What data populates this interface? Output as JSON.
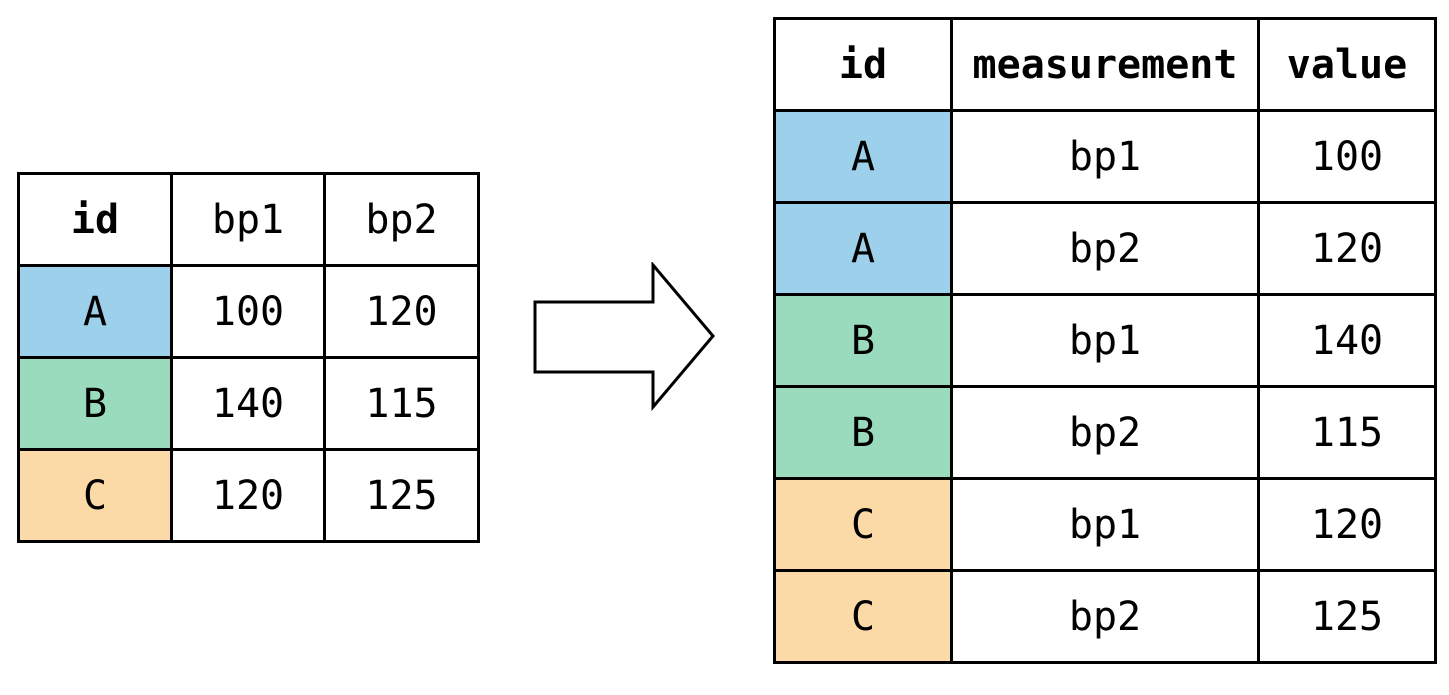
{
  "colors": {
    "A": "#9dd0ea",
    "B": "#9adbbe",
    "C": "#fcdaa7",
    "border": "#000000"
  },
  "wide_table": {
    "headers": [
      "id",
      "bp1",
      "bp2"
    ],
    "rows": [
      {
        "id": "A",
        "bp1": "100",
        "bp2": "120"
      },
      {
        "id": "B",
        "bp1": "140",
        "bp2": "115"
      },
      {
        "id": "C",
        "bp1": "120",
        "bp2": "125"
      }
    ]
  },
  "arrow_icon": "right-arrow-icon",
  "long_table": {
    "headers": [
      "id",
      "measurement",
      "value"
    ],
    "rows": [
      {
        "id": "A",
        "measurement": "bp1",
        "value": "100"
      },
      {
        "id": "A",
        "measurement": "bp2",
        "value": "120"
      },
      {
        "id": "B",
        "measurement": "bp1",
        "value": "140"
      },
      {
        "id": "B",
        "measurement": "bp2",
        "value": "115"
      },
      {
        "id": "C",
        "measurement": "bp1",
        "value": "120"
      },
      {
        "id": "C",
        "measurement": "bp2",
        "value": "125"
      }
    ]
  }
}
